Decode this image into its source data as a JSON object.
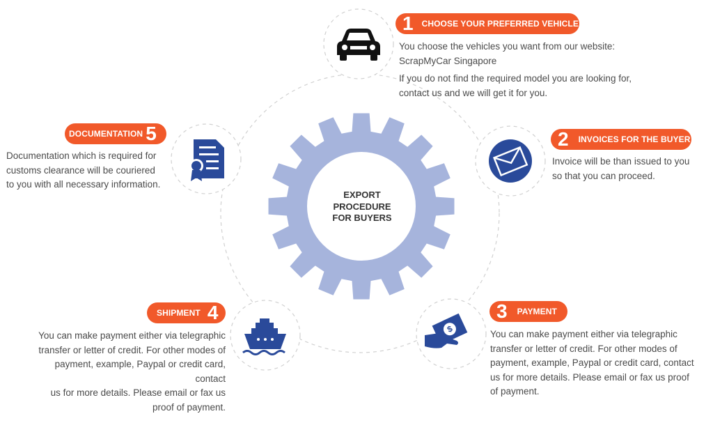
{
  "colors": {
    "accent": "#f1592a",
    "gear": "#a6b4dc",
    "icon_blue": "#2a4a9a",
    "text": "#4a4a4a"
  },
  "center": {
    "lines": [
      "EXPORT",
      "PROCEDURE",
      "FOR BUYERS"
    ]
  },
  "steps": [
    {
      "number": "1",
      "title": "CHOOSE YOUR PREFERRED VEHICLE",
      "icon": "car-icon",
      "paragraphs": [
        [
          "You choose the vehicles you want from our website:",
          "ScrapMyCar Singapore"
        ],
        [
          "If you do not find the required model you are looking for,",
          "contact us and we will get it for you."
        ]
      ]
    },
    {
      "number": "2",
      "title": "INVOICES FOR THE BUYER",
      "icon": "envelope-icon",
      "lines": [
        "Invoice will be than issued to you",
        "so that you can proceed."
      ]
    },
    {
      "number": "3",
      "title": "PAYMENT",
      "icon": "money-hand-icon",
      "lines": [
        "You can make payment either via telegraphic",
        "transfer or letter of credit. For other modes of",
        "payment, example, Paypal or credit card, contact",
        "us for more details. Please email or fax us proof",
        "of payment."
      ]
    },
    {
      "number": "4",
      "title": "SHIPMENT",
      "icon": "ship-icon",
      "lines": [
        "You can make payment either via telegraphic",
        "transfer or letter of credit. For other modes of",
        "payment, example, Paypal or credit card,",
        "contact",
        "us for more details. Please email or fax us",
        "proof of payment."
      ]
    },
    {
      "number": "5",
      "title": "DOCUMENTATION",
      "icon": "document-icon",
      "lines": [
        "Documentation which is required for",
        "customs clearance will be couriered",
        "to you with all necessary information."
      ]
    }
  ]
}
